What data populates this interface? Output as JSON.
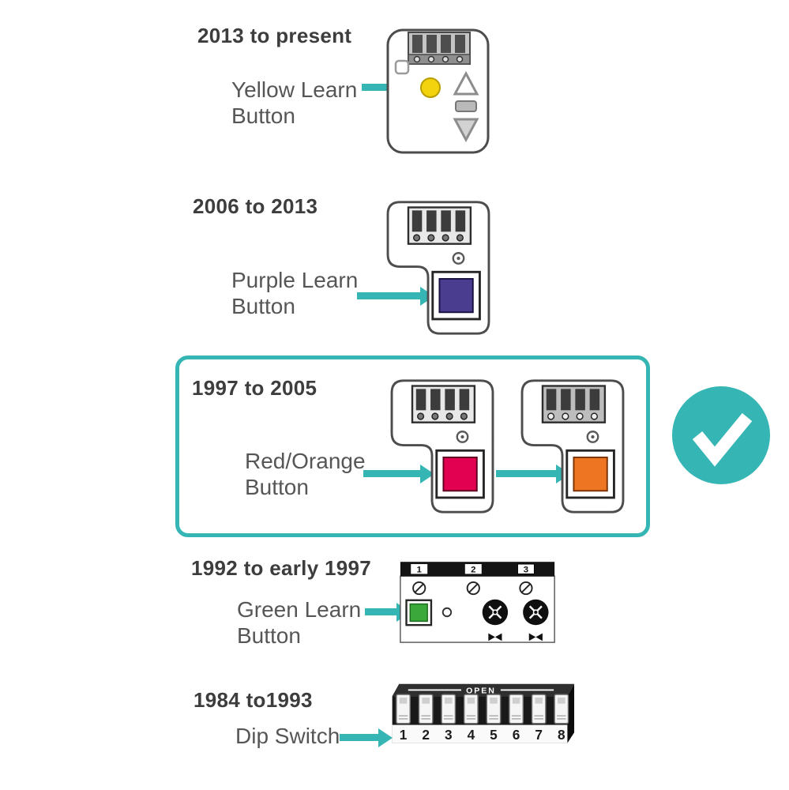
{
  "accent_color": "#35b6b4",
  "checkmark_color": "#ffffff",
  "sections": {
    "s2013": {
      "heading": "2013 to present",
      "label": "Yellow Learn Button",
      "button_color": "#f2d30e"
    },
    "s2006": {
      "heading": "2006 to 2013",
      "label": "Purple Learn Button",
      "button_color": "#4a3d8f"
    },
    "s1997": {
      "heading": "1997 to 2005",
      "label": "Red/Orange Button",
      "red_color": "#e20050",
      "orange_color": "#ee7522",
      "selected": true
    },
    "s1992": {
      "heading": "1992 to early 1997",
      "label": "Green Learn Button",
      "button_color": "#3aa83a",
      "panel_numbers": [
        "1",
        "2",
        "3"
      ]
    },
    "s1984": {
      "heading": "1984 to1993",
      "label": "Dip Switch",
      "open_text": "OPEN",
      "switch_numbers": [
        "1",
        "2",
        "3",
        "4",
        "5",
        "6",
        "7",
        "8"
      ]
    }
  }
}
